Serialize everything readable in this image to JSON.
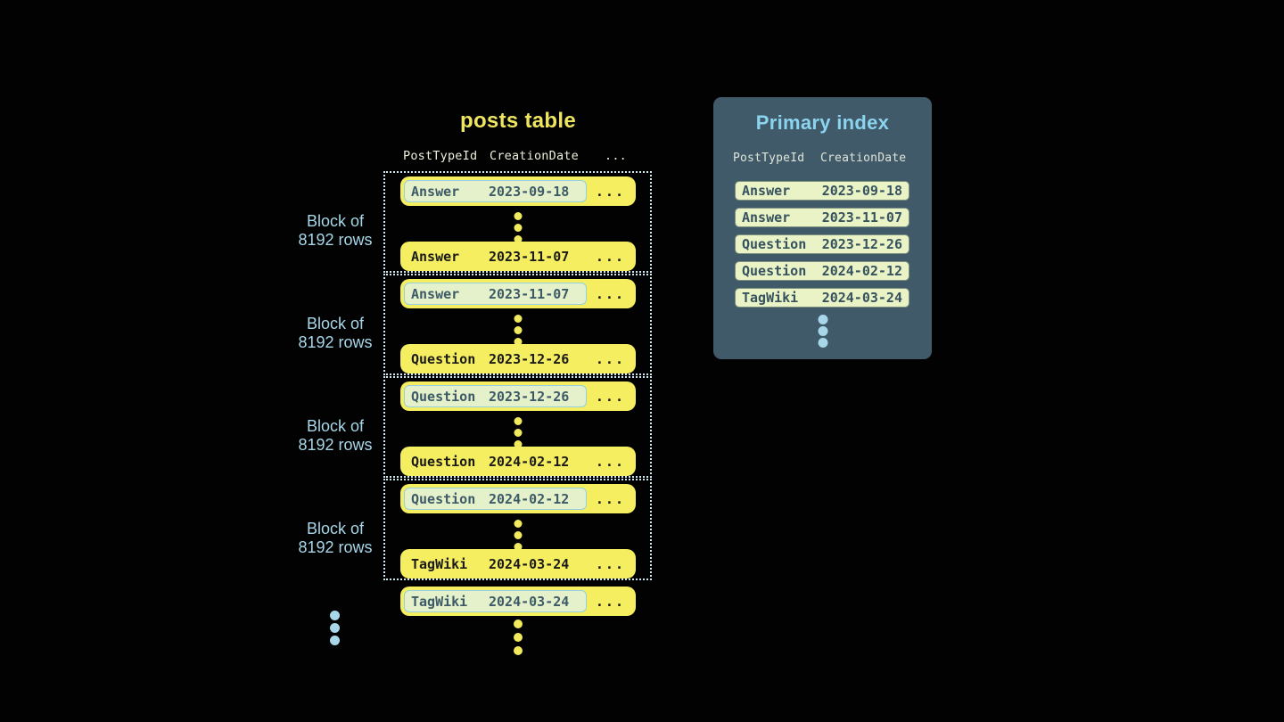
{
  "posts_table": {
    "title": "posts table",
    "columns": [
      "PostTypeId",
      "CreationDate",
      "..."
    ],
    "row_ellipsis": "...",
    "blocks": [
      {
        "label_line1": "Block of",
        "label_line2": "8192 rows",
        "first_row": {
          "post_type": "Answer",
          "creation_date": "2023-09-18"
        },
        "last_row": {
          "post_type": "Answer",
          "creation_date": "2023-11-07"
        }
      },
      {
        "label_line1": "Block of",
        "label_line2": "8192 rows",
        "first_row": {
          "post_type": "Answer",
          "creation_date": "2023-11-07"
        },
        "last_row": {
          "post_type": "Question",
          "creation_date": "2023-12-26"
        }
      },
      {
        "label_line1": "Block of",
        "label_line2": "8192 rows",
        "first_row": {
          "post_type": "Question",
          "creation_date": "2023-12-26"
        },
        "last_row": {
          "post_type": "Question",
          "creation_date": "2024-02-12"
        }
      },
      {
        "label_line1": "Block of",
        "label_line2": "8192 rows",
        "first_row": {
          "post_type": "Question",
          "creation_date": "2024-02-12"
        },
        "last_row": {
          "post_type": "TagWiki",
          "creation_date": "2024-03-24"
        }
      }
    ],
    "trailing_row": {
      "post_type": "TagWiki",
      "creation_date": "2024-03-24"
    }
  },
  "primary_index": {
    "title": "Primary index",
    "columns": [
      "PostTypeId",
      "CreationDate"
    ],
    "rows": [
      {
        "post_type": "Answer",
        "creation_date": "2023-09-18"
      },
      {
        "post_type": "Answer",
        "creation_date": "2023-11-07"
      },
      {
        "post_type": "Question",
        "creation_date": "2023-12-26"
      },
      {
        "post_type": "Question",
        "creation_date": "2024-02-12"
      },
      {
        "post_type": "TagWiki",
        "creation_date": "2024-03-24"
      }
    ]
  },
  "colors": {
    "background": "#020202",
    "row_yellow": "#f5ee60",
    "row_text_dark": "#1a1a1a",
    "highlight_fill": "#e5f1ca",
    "highlight_border": "#94cfe4",
    "highlight_text": "#3d5a68",
    "accent_blue": "#a7d7e9",
    "title_yellow": "#efe65f",
    "panel_background": "#405a69",
    "panel_title_blue": "#8bd4ef",
    "index_row_fill": "#e9f3c5",
    "index_row_text": "#37525f",
    "dotted_border": "#cfe9f3",
    "header_text": "#edefdb"
  }
}
